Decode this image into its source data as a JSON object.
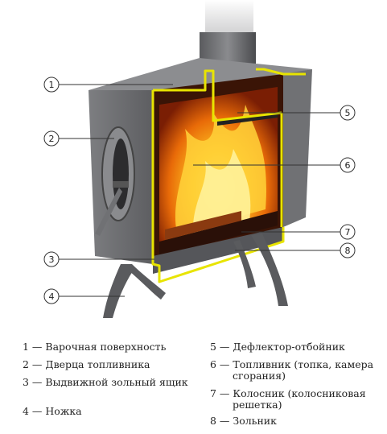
{
  "callouts": [
    {
      "num": "1"
    },
    {
      "num": "2"
    },
    {
      "num": "3"
    },
    {
      "num": "4"
    },
    {
      "num": "5"
    },
    {
      "num": "6"
    },
    {
      "num": "7"
    },
    {
      "num": "8"
    }
  ],
  "legend": {
    "left": [
      {
        "num": "1",
        "sep": " — ",
        "label": "Варочная поверхность"
      },
      {
        "num": "2",
        "sep": " — ",
        "label": "Дверца топливника"
      },
      {
        "num": "3",
        "sep": " — ",
        "label": "Выдвижной зольный ящик"
      },
      {
        "num": "4",
        "sep": " — ",
        "label": "Ножка"
      }
    ],
    "right": [
      {
        "num": "5",
        "sep": " — ",
        "label": "Дефлектор-отбойник"
      },
      {
        "num": "6",
        "sep": " — ",
        "label": "Топливник (топка, камера сгорания)"
      },
      {
        "num": "7",
        "sep": " — ",
        "label": "Колосник (колосниковая решетка)"
      },
      {
        "num": "8",
        "sep": " — ",
        "label": "Зольник"
      }
    ]
  },
  "colors": {
    "body": "#6e6f72",
    "accent": "#e8e400",
    "fire": "#f08a10"
  }
}
